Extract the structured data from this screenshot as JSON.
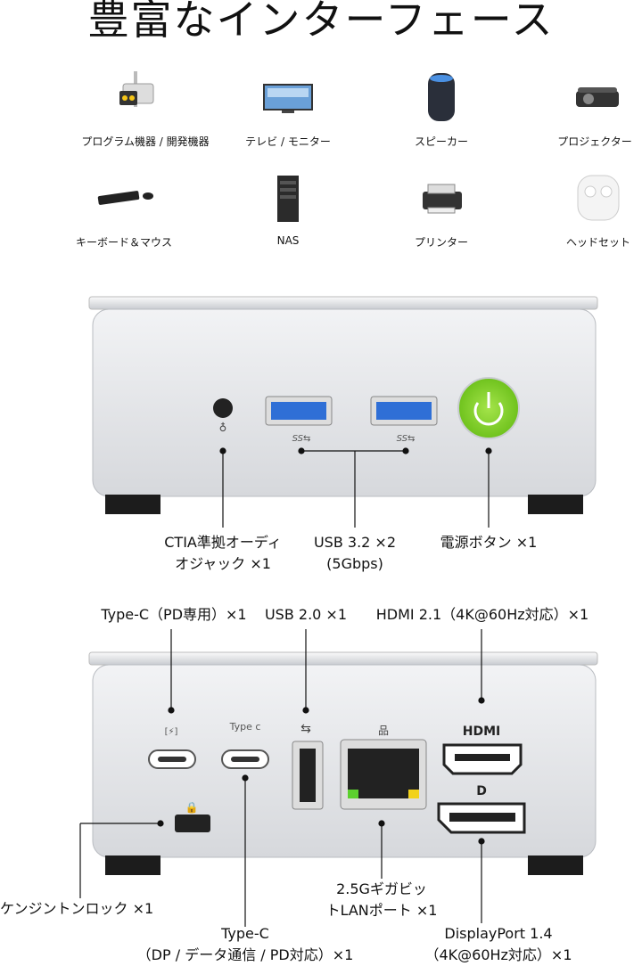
{
  "title": "豊富なインターフェース",
  "devices": [
    {
      "icon": "camera-icon",
      "label": "プログラム機器 / 開発機器"
    },
    {
      "icon": "tv-icon",
      "label": "テレビ / モニター"
    },
    {
      "icon": "speaker-icon",
      "label": "スピーカー"
    },
    {
      "icon": "projector-icon",
      "label": "プロジェクター"
    },
    {
      "icon": "keyboard-mouse-icon",
      "label": "キーボード＆マウス"
    },
    {
      "icon": "nas-icon",
      "label": "NAS"
    },
    {
      "icon": "printer-icon",
      "label": "プリンター"
    },
    {
      "icon": "headset-icon",
      "label": "ヘッドセット"
    }
  ],
  "front": {
    "audio": [
      "CTIA準拠オーディ",
      "オジャック ×1"
    ],
    "usb32": [
      "USB 3.2 ×2",
      "(5Gbps)"
    ],
    "power": "電源ボタン ×1"
  },
  "rear": {
    "typec_pd": "Type-C（PD専用）×1",
    "usb20": "USB 2.0 ×1",
    "hdmi": "HDMI 2.1（4K@60Hz対応）×1",
    "typec_port_label": "Type c",
    "hdmi_logo": "HDMI",
    "lan": [
      "2.5Gギガビッ",
      "トLANポート ×1"
    ],
    "kensington": "ケンジントンロック ×1",
    "typec_dp": [
      "Type-C",
      "（DP / データ通信 / PD対応）×1"
    ],
    "displayport": [
      "DisplayPort 1.4",
      "（4K@60Hz対応）×1"
    ]
  },
  "colors": {
    "power_green": "#7ed321",
    "usb_blue": "#2f6fd6",
    "body_silver": "#e4e5e8"
  }
}
